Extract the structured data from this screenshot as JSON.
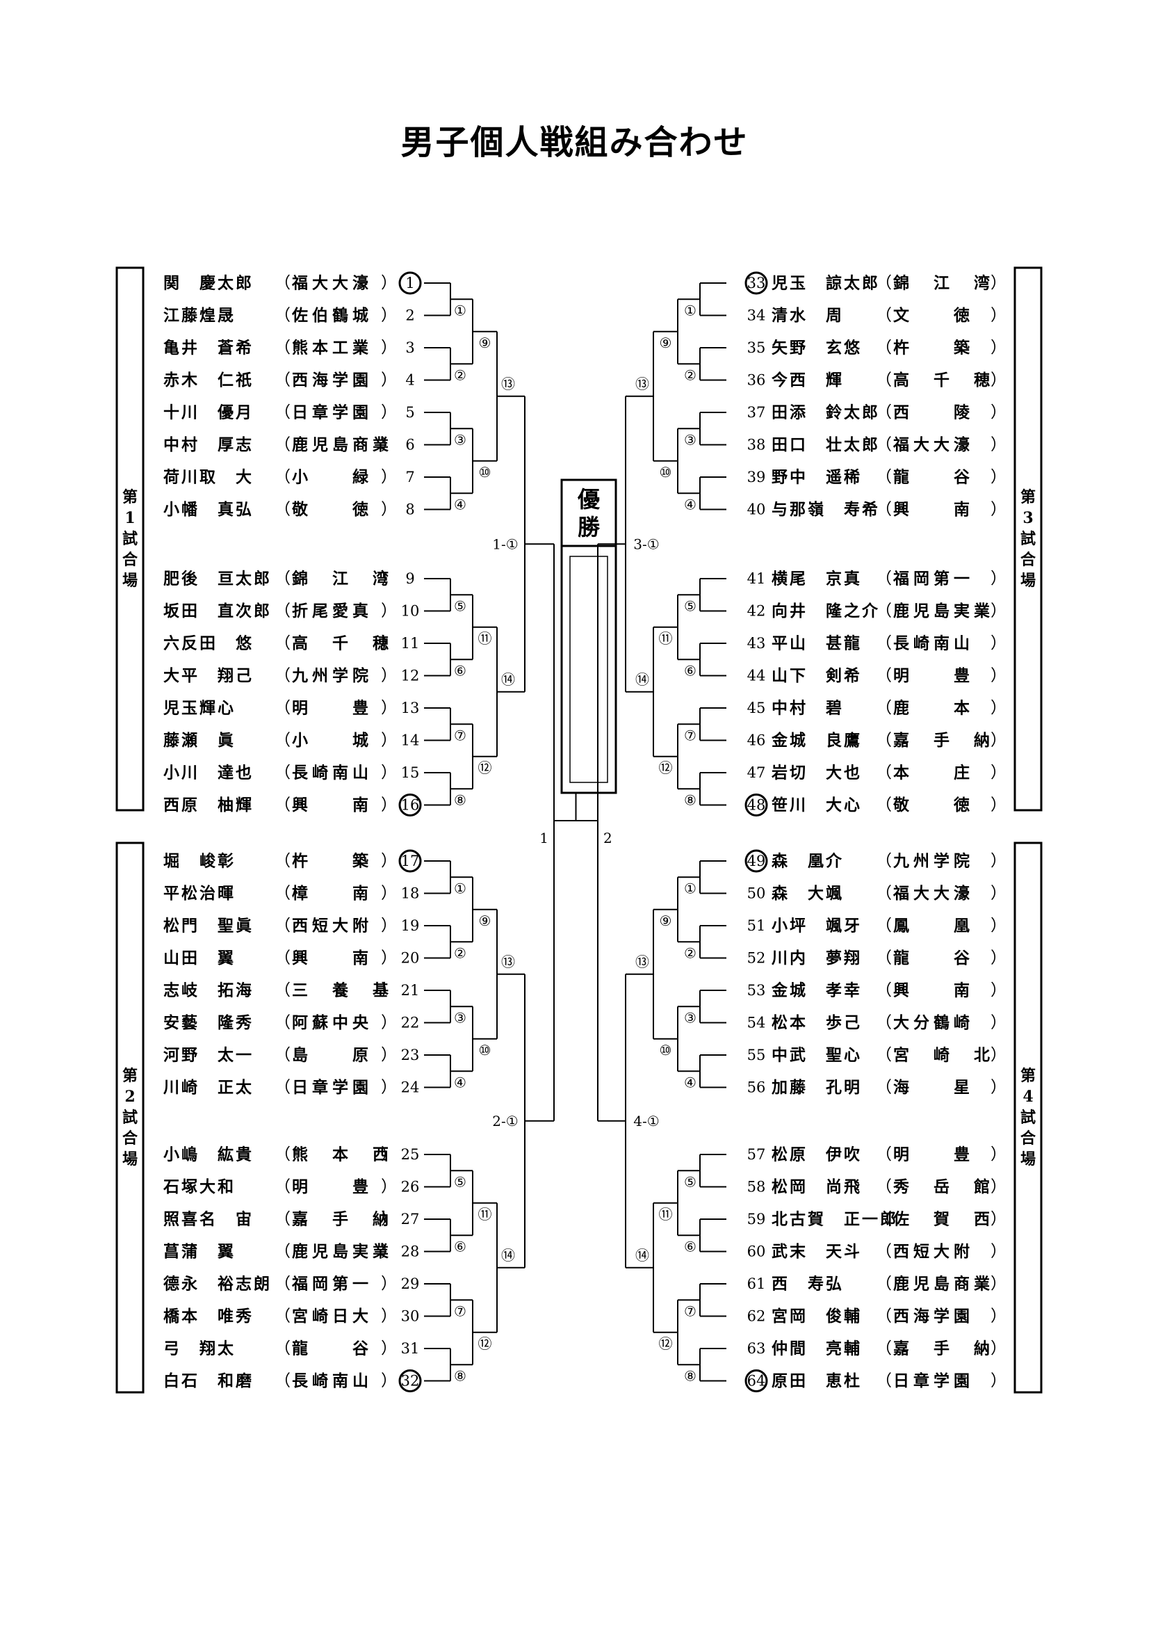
{
  "title": "男子個人戦組み合わせ",
  "champion_label": "優勝",
  "venues": [
    {
      "label": "第1試合場",
      "chars": [
        "第",
        "1",
        "試",
        "合",
        "場"
      ]
    },
    {
      "label": "第2試合場",
      "chars": [
        "第",
        "2",
        "試",
        "合",
        "場"
      ]
    },
    {
      "label": "第3試合場",
      "chars": [
        "第",
        "3",
        "試",
        "合",
        "場"
      ]
    },
    {
      "label": "第4試合場",
      "chars": [
        "第",
        "4",
        "試",
        "合",
        "場"
      ]
    }
  ],
  "semifinal_labels": [
    "1-①",
    "2-①",
    "3-①",
    "4-①"
  ],
  "final_side_labels": [
    "1",
    "2"
  ],
  "match_labels": [
    "①",
    "②",
    "③",
    "④",
    "⑤",
    "⑥",
    "⑦",
    "⑧",
    "⑨",
    "⑩",
    "⑪",
    "⑫",
    "⑬",
    "⑭"
  ],
  "left_players": [
    {
      "no": "1",
      "name": "関　慶太郎",
      "school": "福大大濠",
      "seed": true
    },
    {
      "no": "2",
      "name": "江藤煌晟",
      "school": "佐伯鶴城",
      "seed": false
    },
    {
      "no": "3",
      "name": "亀井　蒼希",
      "school": "熊本工業",
      "seed": false
    },
    {
      "no": "4",
      "name": "赤木　仁祇",
      "school": "西海学園",
      "seed": false
    },
    {
      "no": "5",
      "name": "十川　優月",
      "school": "日章学園",
      "seed": false
    },
    {
      "no": "6",
      "name": "中村　厚志",
      "school": "鹿児島商業",
      "seed": false
    },
    {
      "no": "7",
      "name": "荷川取　大",
      "school": "小　　緑",
      "seed": false
    },
    {
      "no": "8",
      "name": "小幡　真弘",
      "school": "敬　　徳",
      "seed": false
    },
    {
      "no": "9",
      "name": "肥後　亘太郎",
      "school": "錦　江　湾",
      "seed": false
    },
    {
      "no": "10",
      "name": "坂田　直次郎",
      "school": "折尾愛真",
      "seed": false
    },
    {
      "no": "11",
      "name": "六反田　悠",
      "school": "高　千　穂",
      "seed": false
    },
    {
      "no": "12",
      "name": "大平　翔己",
      "school": "九州学院",
      "seed": false
    },
    {
      "no": "13",
      "name": "児玉輝心",
      "school": "明　　豊",
      "seed": false
    },
    {
      "no": "14",
      "name": "藤瀬　眞",
      "school": "小　　城",
      "seed": false
    },
    {
      "no": "15",
      "name": "小川　達也",
      "school": "長崎南山",
      "seed": false
    },
    {
      "no": "16",
      "name": "西原　柚輝",
      "school": "興　　南",
      "seed": true
    },
    {
      "no": "17",
      "name": "堀　峻彰",
      "school": "杵　　築",
      "seed": true
    },
    {
      "no": "18",
      "name": "平松治暉",
      "school": "樟　　南",
      "seed": false
    },
    {
      "no": "19",
      "name": "松門　聖眞",
      "school": "西短大附",
      "seed": false
    },
    {
      "no": "20",
      "name": "山田　翼",
      "school": "興　　南",
      "seed": false
    },
    {
      "no": "21",
      "name": "志岐　拓海",
      "school": "三　養　基",
      "seed": false
    },
    {
      "no": "22",
      "name": "安藝　隆秀",
      "school": "阿蘇中央",
      "seed": false
    },
    {
      "no": "23",
      "name": "河野　太一",
      "school": "島　　原",
      "seed": false
    },
    {
      "no": "24",
      "name": "川崎　正太",
      "school": "日章学園",
      "seed": false
    },
    {
      "no": "25",
      "name": "小嶋　紘貴",
      "school": "熊　本　西",
      "seed": false
    },
    {
      "no": "26",
      "name": "石塚大和",
      "school": "明　　豊",
      "seed": false
    },
    {
      "no": "27",
      "name": "照喜名　宙",
      "school": "嘉　手　納",
      "seed": false
    },
    {
      "no": "28",
      "name": "菖蒲　翼",
      "school": "鹿児島実業",
      "seed": false
    },
    {
      "no": "29",
      "name": "德永　裕志朗",
      "school": "福岡第一",
      "seed": false
    },
    {
      "no": "30",
      "name": "橋本　唯秀",
      "school": "宮崎日大",
      "seed": false
    },
    {
      "no": "31",
      "name": "弓　翔太",
      "school": "龍　　谷",
      "seed": false
    },
    {
      "no": "32",
      "name": "白石　和磨",
      "school": "長崎南山",
      "seed": true
    }
  ],
  "right_players": [
    {
      "no": "33",
      "name": "児玉　諒太郎",
      "school": "錦　江　湾",
      "seed": true
    },
    {
      "no": "34",
      "name": "清水　周",
      "school": "文　　徳",
      "seed": false
    },
    {
      "no": "35",
      "name": "矢野　玄悠",
      "school": "杵　　築",
      "seed": false
    },
    {
      "no": "36",
      "name": "今西　輝",
      "school": "高　千　穂",
      "seed": false
    },
    {
      "no": "37",
      "name": "田添　鈴太郎",
      "school": "西　　陵",
      "seed": false
    },
    {
      "no": "38",
      "name": "田口　壮太郎",
      "school": "福大大濠",
      "seed": false
    },
    {
      "no": "39",
      "name": "野中　遥稀",
      "school": "龍　　谷",
      "seed": false
    },
    {
      "no": "40",
      "name": "与那嶺　寿希",
      "school": "興　　南",
      "seed": false
    },
    {
      "no": "41",
      "name": "横尾　京真",
      "school": "福岡第一",
      "seed": false
    },
    {
      "no": "42",
      "name": "向井　隆之介",
      "school": "鹿児島実業",
      "seed": false
    },
    {
      "no": "43",
      "name": "平山　甚龍",
      "school": "長崎南山",
      "seed": false
    },
    {
      "no": "44",
      "name": "山下　剣希",
      "school": "明　　豊",
      "seed": false
    },
    {
      "no": "45",
      "name": "中村　碧",
      "school": "鹿　　本",
      "seed": false
    },
    {
      "no": "46",
      "name": "金城　良鷹",
      "school": "嘉　手　納",
      "seed": false
    },
    {
      "no": "47",
      "name": "岩切　大也",
      "school": "本　　庄",
      "seed": false
    },
    {
      "no": "48",
      "name": "笹川　大心",
      "school": "敬　　徳",
      "seed": true
    },
    {
      "no": "49",
      "name": "森　凰介",
      "school": "九州学院",
      "seed": true
    },
    {
      "no": "50",
      "name": "森　大颯",
      "school": "福大大濠",
      "seed": false
    },
    {
      "no": "51",
      "name": "小坪　颯牙",
      "school": "鳳　　凰",
      "seed": false
    },
    {
      "no": "52",
      "name": "川内　夢翔",
      "school": "龍　　谷",
      "seed": false
    },
    {
      "no": "53",
      "name": "金城　孝幸",
      "school": "興　　南",
      "seed": false
    },
    {
      "no": "54",
      "name": "松本　歩己",
      "school": "大分鶴崎",
      "seed": false
    },
    {
      "no": "55",
      "name": "中武　聖心",
      "school": "宮　崎　北",
      "seed": false
    },
    {
      "no": "56",
      "name": "加藤　孔明",
      "school": "海　　星",
      "seed": false
    },
    {
      "no": "57",
      "name": "松原　伊吹",
      "school": "明　　豊",
      "seed": false
    },
    {
      "no": "58",
      "name": "松岡　尚飛",
      "school": "秀　岳　館",
      "seed": false
    },
    {
      "no": "59",
      "name": "北古賀　正一郎",
      "school": "佐　賀　西",
      "seed": false
    },
    {
      "no": "60",
      "name": "武末　天斗",
      "school": "西短大附",
      "seed": false
    },
    {
      "no": "61",
      "name": "西　寿弘",
      "school": "鹿児島商業",
      "seed": false
    },
    {
      "no": "62",
      "name": "宮岡　俊輔",
      "school": "西海学園",
      "seed": false
    },
    {
      "no": "63",
      "name": "仲間　亮輔",
      "school": "嘉　手　納",
      "seed": false
    },
    {
      "no": "64",
      "name": "原田　恵杜",
      "school": "日章学園",
      "seed": true
    }
  ]
}
